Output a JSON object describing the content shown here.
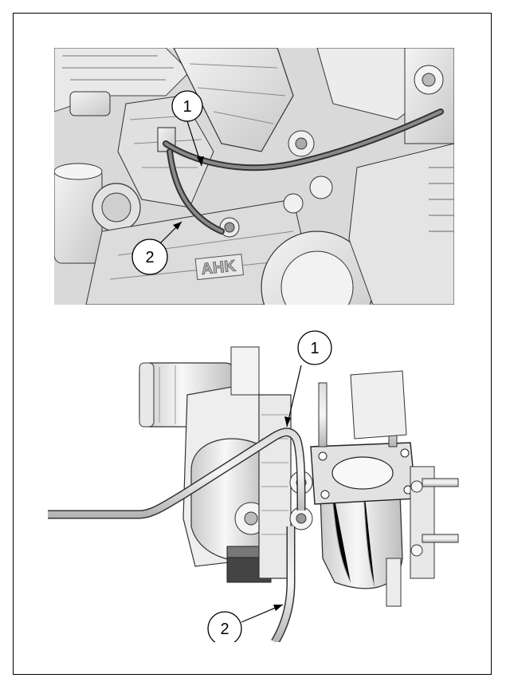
{
  "figures": [
    {
      "callouts": [
        {
          "label": "1"
        },
        {
          "label": "2"
        }
      ],
      "engraved_text": "AHK"
    },
    {
      "callouts": [
        {
          "label": "1"
        },
        {
          "label": "2"
        }
      ]
    }
  ]
}
